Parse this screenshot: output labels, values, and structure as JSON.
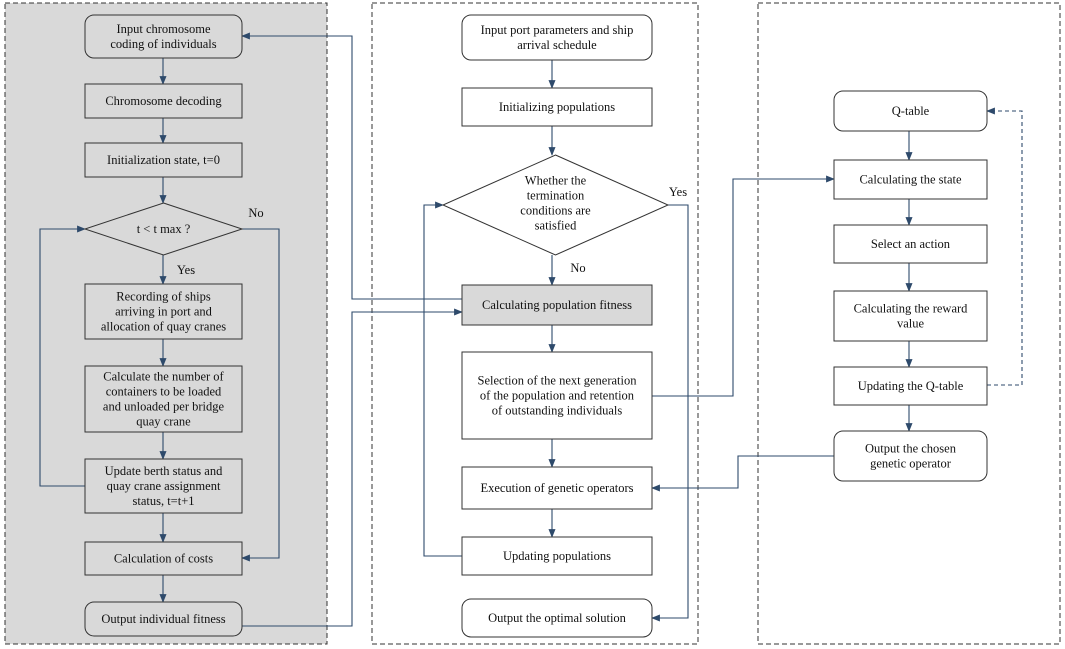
{
  "colors": {
    "panel_fill": "#d9d9d9",
    "box_gray": "#d9d9d9",
    "box_white": "#ffffff",
    "arrow": "#2e4a6b",
    "panel_border": "#333333"
  },
  "left": {
    "input": [
      "Input chromosome",
      "coding of individuals"
    ],
    "decode": [
      "Chromosome decoding"
    ],
    "init": [
      "Initialization state, t=0"
    ],
    "cond": [
      "t < t max ?"
    ],
    "yes": "Yes",
    "no": "No",
    "record": [
      "Recording of ships",
      "arriving in port and",
      "allocation of quay cranes"
    ],
    "calc": [
      "Calculate the number of",
      "containers to be loaded",
      "and unloaded per bridge",
      "quay crane"
    ],
    "update": [
      "Update berth status and",
      "quay crane assignment",
      "status, t=t+1"
    ],
    "costs": [
      "Calculation of costs"
    ],
    "output": [
      "Output individual fitness"
    ]
  },
  "middle": {
    "input": [
      "Input port parameters and ship",
      "arrival schedule"
    ],
    "init": [
      "Initializing populations"
    ],
    "cond": [
      "Whether the",
      "termination",
      "conditions are",
      "satisfied"
    ],
    "yes": "Yes",
    "no": "No",
    "fitness": [
      "Calculating population fitness"
    ],
    "select": [
      "Selection of the next generation",
      "of the population and retention",
      "of outstanding individuals"
    ],
    "genetic": [
      "Execution of genetic operators"
    ],
    "update": [
      "Updating populations"
    ],
    "output": [
      "Output the optimal solution"
    ]
  },
  "right": {
    "qtable": [
      "Q-table"
    ],
    "state": [
      "Calculating the state"
    ],
    "action": [
      "Select an action"
    ],
    "reward": [
      "Calculating the reward",
      "value"
    ],
    "qupdate": [
      "Updating the Q-table"
    ],
    "output": [
      "Output the chosen",
      "genetic operator"
    ]
  }
}
